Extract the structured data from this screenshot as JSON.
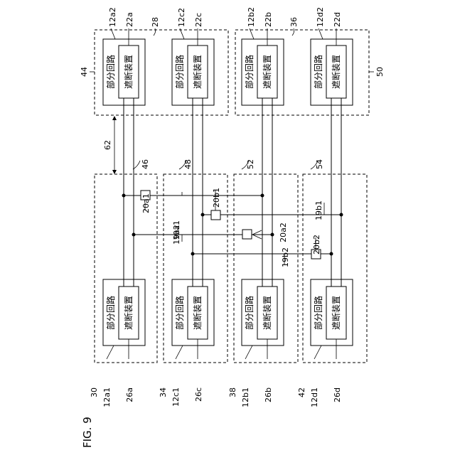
{
  "figure_label": "FIG. 9",
  "module_labels": {
    "subcircuit": "部分回路",
    "breaker": "遮断装置"
  },
  "labels": {
    "l28": "28",
    "l36": "36",
    "l44": "44",
    "l50": "50",
    "l62": "62",
    "l46": "46",
    "l48": "48",
    "l52": "52",
    "l54": "54",
    "l30": "30",
    "l34": "34",
    "l38": "38",
    "l42": "42",
    "l12a1": "12a1",
    "l12c1": "12c1",
    "l12b1": "12b1",
    "l12d1": "12d1",
    "l26a": "26a",
    "l26c": "26c",
    "l26b": "26b",
    "l26d": "26d",
    "l12a2": "12a2",
    "l12c2": "12c2",
    "l12b2": "12b2",
    "l12d2": "12d2",
    "l22a": "22a",
    "l22c": "22c",
    "l22b": "22b",
    "l22d": "22d",
    "l20a1": "20a1",
    "l20b1": "20b1",
    "l20a2": "20a2",
    "l20b2": "20b2",
    "l19a1": "19a1",
    "l19a2": "19a2",
    "l19b1": "19b1",
    "l19b2": "19b2"
  }
}
